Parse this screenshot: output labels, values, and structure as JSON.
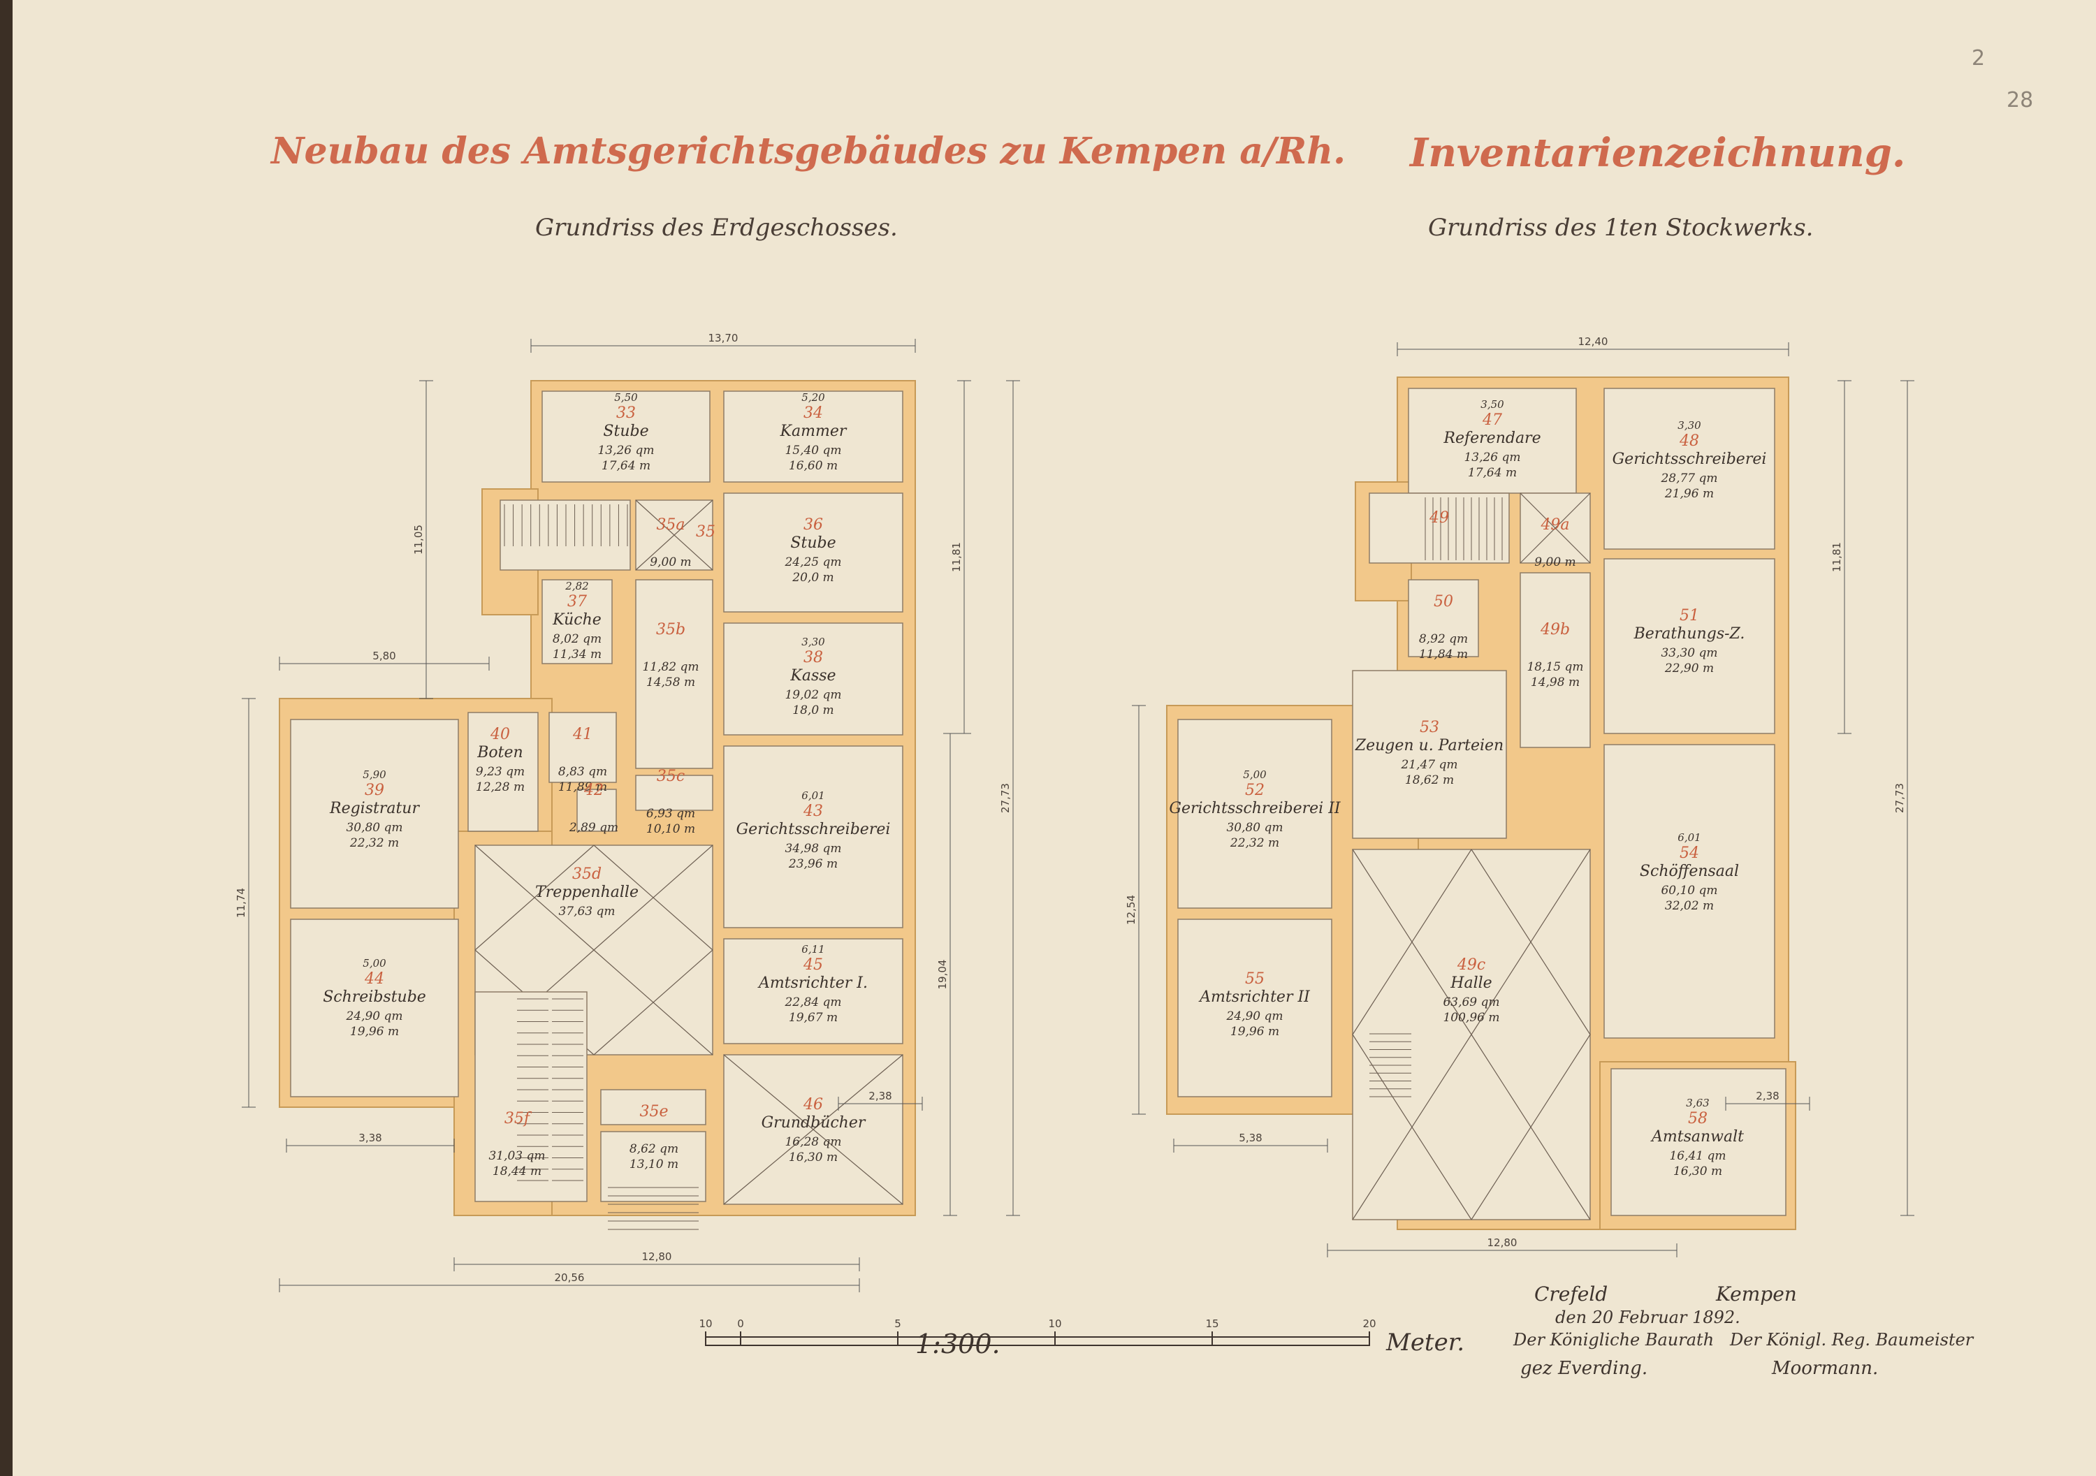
{
  "sheet": {
    "page_number": "2",
    "archive_number": "28",
    "title_left": "Neubau des Amtsgerichtsgebäudes zu Kempen a/Rh.",
    "title_right": "Inventarienzeichnung.",
    "subtitle_left": "Grundriss des Erdgeschosses.",
    "subtitle_right": "Grundriss des 1ten Stockwerks.",
    "scale_label": "1:300.",
    "scale_bar": {
      "ticks": [
        "10",
        "0",
        "5",
        "10",
        "15",
        "20"
      ],
      "unit": "Meter."
    },
    "signatures": {
      "place_left": "Crefeld",
      "place_right": "Kempen",
      "date": "den 20 Februar 1892.",
      "office_left": "Der Königliche Baurath",
      "name_left": "gez Everding.",
      "office_right": "Der Königl. Reg. Baumeister",
      "name_right": "Moormann."
    },
    "colors": {
      "wall": "#f2c88a",
      "wall_edge": "#c79a57",
      "title_red": "#cf6a4e",
      "room_number": "#c9603f",
      "paper": "#efe6d2"
    }
  },
  "ground_floor": {
    "dimensions": {
      "top_width": "13,70",
      "bottom_inner": "12,80",
      "bottom_overall": "20,56",
      "left_wing": "5,80",
      "left_bottom": "3,38",
      "right_bottom": "2,38",
      "height_total": "27,73",
      "height_right": "19,04",
      "height_left": "11,74",
      "height_upper": "11,81",
      "height_stair": "11,05"
    },
    "rooms": [
      {
        "num": "33",
        "name": "Stube",
        "width": "5,50",
        "area": "13,26 qm 17,64 m"
      },
      {
        "num": "34",
        "name": "Kammer",
        "width": "5,20",
        "area": "15,40 qm 16,60 m"
      },
      {
        "num": "35",
        "name": "",
        "width": "",
        "area": ""
      },
      {
        "num": "35a",
        "name": "",
        "width": "",
        "area": "9,00 m"
      },
      {
        "num": "35b",
        "name": "",
        "width": "",
        "area": "11,82 qm 14,58 m"
      },
      {
        "num": "35c",
        "name": "",
        "width": "",
        "area": "6,93 qm 10,10 m"
      },
      {
        "num": "35d",
        "name": "Treppenhalle",
        "width": "",
        "area": "37,63 qm"
      },
      {
        "num": "35e",
        "name": "",
        "width": "",
        "area": "8,62 qm 13,10 m"
      },
      {
        "num": "35f",
        "name": "",
        "width": "",
        "area": "31,03 qm 18,44 m"
      },
      {
        "num": "36",
        "name": "Stube",
        "width": "",
        "area": "24,25 qm 20,0 m"
      },
      {
        "num": "37",
        "name": "Küche",
        "width": "2,82",
        "area": "8,02 qm 11,34 m"
      },
      {
        "num": "38",
        "name": "Kasse",
        "width": "3,30",
        "area": "19,02 qm 18,0 m"
      },
      {
        "num": "39",
        "name": "Registratur",
        "width": "5,90",
        "area": "30,80 qm 22,32 m"
      },
      {
        "num": "40",
        "name": "Boten",
        "width": "",
        "area": "9,23 qm 12,28 m"
      },
      {
        "num": "41",
        "name": "",
        "width": "",
        "area": "8,83 qm 11,89 m"
      },
      {
        "num": "42",
        "name": "",
        "width": "",
        "area": "2,89 qm"
      },
      {
        "num": "43",
        "name": "Gerichtsschreiberei",
        "width": "6,01",
        "area": "34,98 qm 23,96 m"
      },
      {
        "num": "44",
        "name": "Schreibstube",
        "width": "5,00",
        "area": "24,90 qm 19,96 m"
      },
      {
        "num": "45",
        "name": "Amtsrichter I.",
        "width": "6,11",
        "area": "22,84 qm 19,67 m"
      },
      {
        "num": "46",
        "name": "Grundbücher",
        "width": "",
        "area": "16,28 qm 16,30 m"
      }
    ]
  },
  "first_floor": {
    "dimensions": {
      "top_width": "12,40",
      "bottom_width": "12,80",
      "left_bottom": "5,38",
      "right_bottom": "2,38",
      "height_total": "27,73",
      "height_left": "12,54",
      "height_upper": "11,81"
    },
    "rooms": [
      {
        "num": "47",
        "name": "Referendare",
        "width": "3,50",
        "area": "13,26 qm 17,64 m"
      },
      {
        "num": "48",
        "name": "Gerichtsschreiberei",
        "width": "3,30",
        "area": "28,77 qm 21,96 m"
      },
      {
        "num": "49",
        "name": "",
        "width": "",
        "area": ""
      },
      {
        "num": "49a",
        "name": "",
        "width": "",
        "area": "9,00 m"
      },
      {
        "num": "49b",
        "name": "",
        "width": "",
        "area": "18,15 qm 14,98 m"
      },
      {
        "num": "49c",
        "name": "Halle",
        "width": "",
        "area": "63,69 qm 100,96 m"
      },
      {
        "num": "50",
        "name": "",
        "width": "",
        "area": "8,92 qm 11,84 m"
      },
      {
        "num": "51",
        "name": "Berathungs-Z.",
        "width": "",
        "area": "33,30 qm 22,90 m"
      },
      {
        "num": "52",
        "name": "Gerichtsschreiberei II",
        "width": "5,00",
        "area": "30,80 qm 22,32 m"
      },
      {
        "num": "53",
        "name": "Zeugen u. Parteien",
        "width": "",
        "area": "21,47 qm 18,62 m"
      },
      {
        "num": "54",
        "name": "Schöffensaal",
        "width": "6,01",
        "area": "60,10 qm 32,02 m"
      },
      {
        "num": "55",
        "name": "Amtsrichter II",
        "width": "",
        "area": "24,90 qm 19,96 m"
      },
      {
        "num": "58",
        "name": "Amtsanwalt",
        "width": "3,63",
        "area": "16,41 qm 16,30 m"
      }
    ]
  }
}
